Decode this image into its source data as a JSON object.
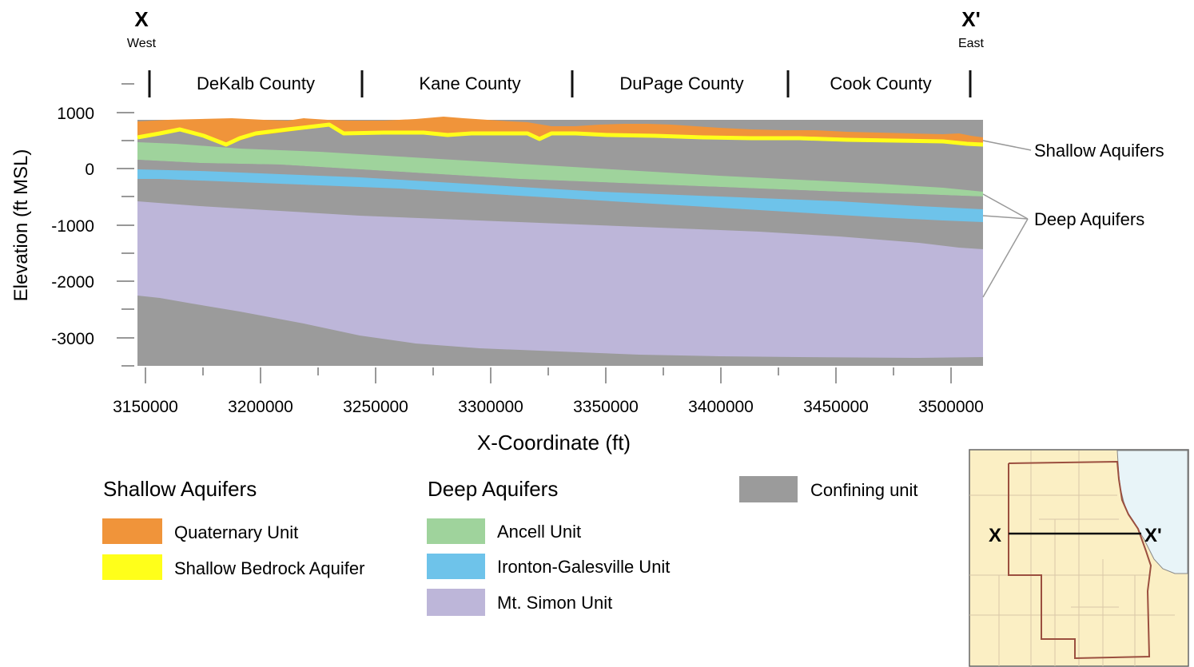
{
  "section_endpoints": {
    "west_letter": "X",
    "west_label": "West",
    "east_letter": "X'",
    "east_label": "East"
  },
  "counties": [
    "DeKalb County",
    "Kane County",
    "DuPage County",
    "Cook County"
  ],
  "axes": {
    "ylabel": "Elevation (ft MSL)",
    "xlabel": "X-Coordinate (ft)",
    "y_ticks": [
      "1000",
      "0",
      "-1000",
      "-2000",
      "-3000"
    ],
    "x_ticks": [
      "3150000",
      "3200000",
      "3250000",
      "3300000",
      "3350000",
      "3400000",
      "3450000",
      "3500000"
    ],
    "x_range": [
      3145000,
      3515000
    ],
    "y_range": [
      -3500,
      1000
    ]
  },
  "callouts": {
    "shallow": "Shallow Aquifers",
    "deep": "Deep Aquifers"
  },
  "legend": {
    "shallow_title": "Shallow Aquifers",
    "deep_title": "Deep Aquifers",
    "quaternary": "Quaternary Unit",
    "shallow_bedrock": "Shallow Bedrock Aquifer",
    "ancell": "Ancell Unit",
    "ironton": "Ironton-Galesville Unit",
    "mt_simon": "Mt. Simon Unit",
    "confining": "Confining unit"
  },
  "inset_map": {
    "left_label": "X",
    "right_label": "X'"
  },
  "colors": {
    "quaternary": "#f0943a",
    "shallow_bedrock": "#ffff1a",
    "confining": "#9b9b9b",
    "ancell": "#9fd39c",
    "ironton": "#6ec3ea",
    "mt_simon": "#bdb6d9",
    "map_land": "#fbefc4",
    "map_lake": "#e8f4f8",
    "map_border": "#9b4f3f"
  }
}
